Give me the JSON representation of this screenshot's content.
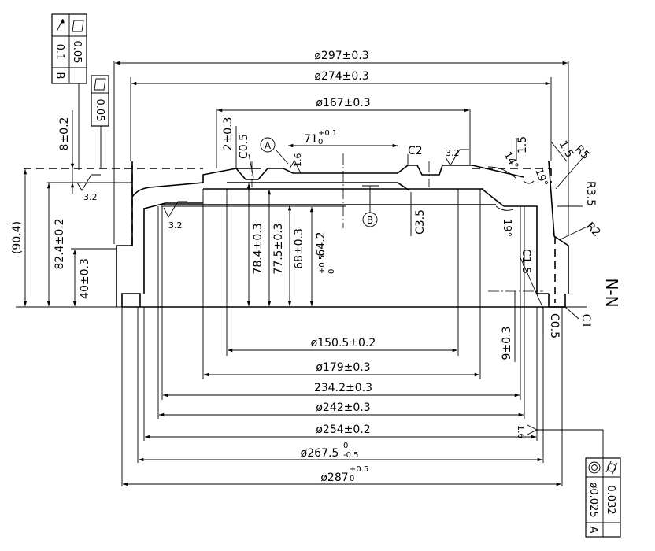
{
  "section_label": "N-N",
  "datums": {
    "a": "A",
    "b": "B"
  },
  "tolerance_frame_top_left": {
    "row1_symbol": "flatness-icon",
    "row1_value": "0.05",
    "row2_symbol": "circular-runout-icon",
    "row2_value": "0.1",
    "row2_datum": "B"
  },
  "tolerance_frame_top_small": {
    "symbol": "flatness-icon",
    "value": "0.05"
  },
  "tolerance_frame_bottom_right": {
    "row1_symbol": "cylindricity-icon",
    "row1_value": "0.032",
    "row2_symbol": "concentricity-icon",
    "row2_value": "ø0.025",
    "row2_datum": "A"
  },
  "horizontal_dims": {
    "d297": "ø297±0.3",
    "d274": "ø274±0.3",
    "d167": "ø167±0.3",
    "d71": "71",
    "d71_upper": "+0.1",
    "d71_lower": "0",
    "d150": "ø150.5±0.2",
    "d179": "ø179±0.3",
    "d234": "234.2±0.3",
    "d242": "ø242±0.3",
    "d254": "ø254±0.2",
    "d267": "ø267.5",
    "d267_upper": "0",
    "d267_lower": "-0.5",
    "d287": "ø287",
    "d287_upper": "+0.5",
    "d287_lower": "0"
  },
  "vertical_dims": {
    "v8": "8±0.2",
    "v2": "2±0.3",
    "v90": "(90.4)",
    "v82": "82.4±0.2",
    "v40": "40±0.3",
    "v78": "78.4±0.3",
    "v77": "77.5±0.3",
    "v68": "68±0.3",
    "v64": "64.2",
    "v64_upper": "+0.5",
    "v64_lower": "0",
    "v9": "9±0.3"
  },
  "chamfers": {
    "c05a": "C0.5",
    "c2": "C2",
    "c35": "C3.5",
    "c15": "C1.5",
    "c05b": "C0.5",
    "c1": "C1"
  },
  "radii": {
    "r5": "R5",
    "r35": "R3.5",
    "r2": "R2"
  },
  "small_dims": {
    "s15a": "1.5",
    "s15b": "1.5",
    "a14": "14°",
    "a19a": "19°",
    "a19b": "19°"
  },
  "roughness": {
    "r1": "3.2",
    "r2": "3.2",
    "r3": "3.2",
    "r4": "1.6",
    "r5": "1.6"
  }
}
